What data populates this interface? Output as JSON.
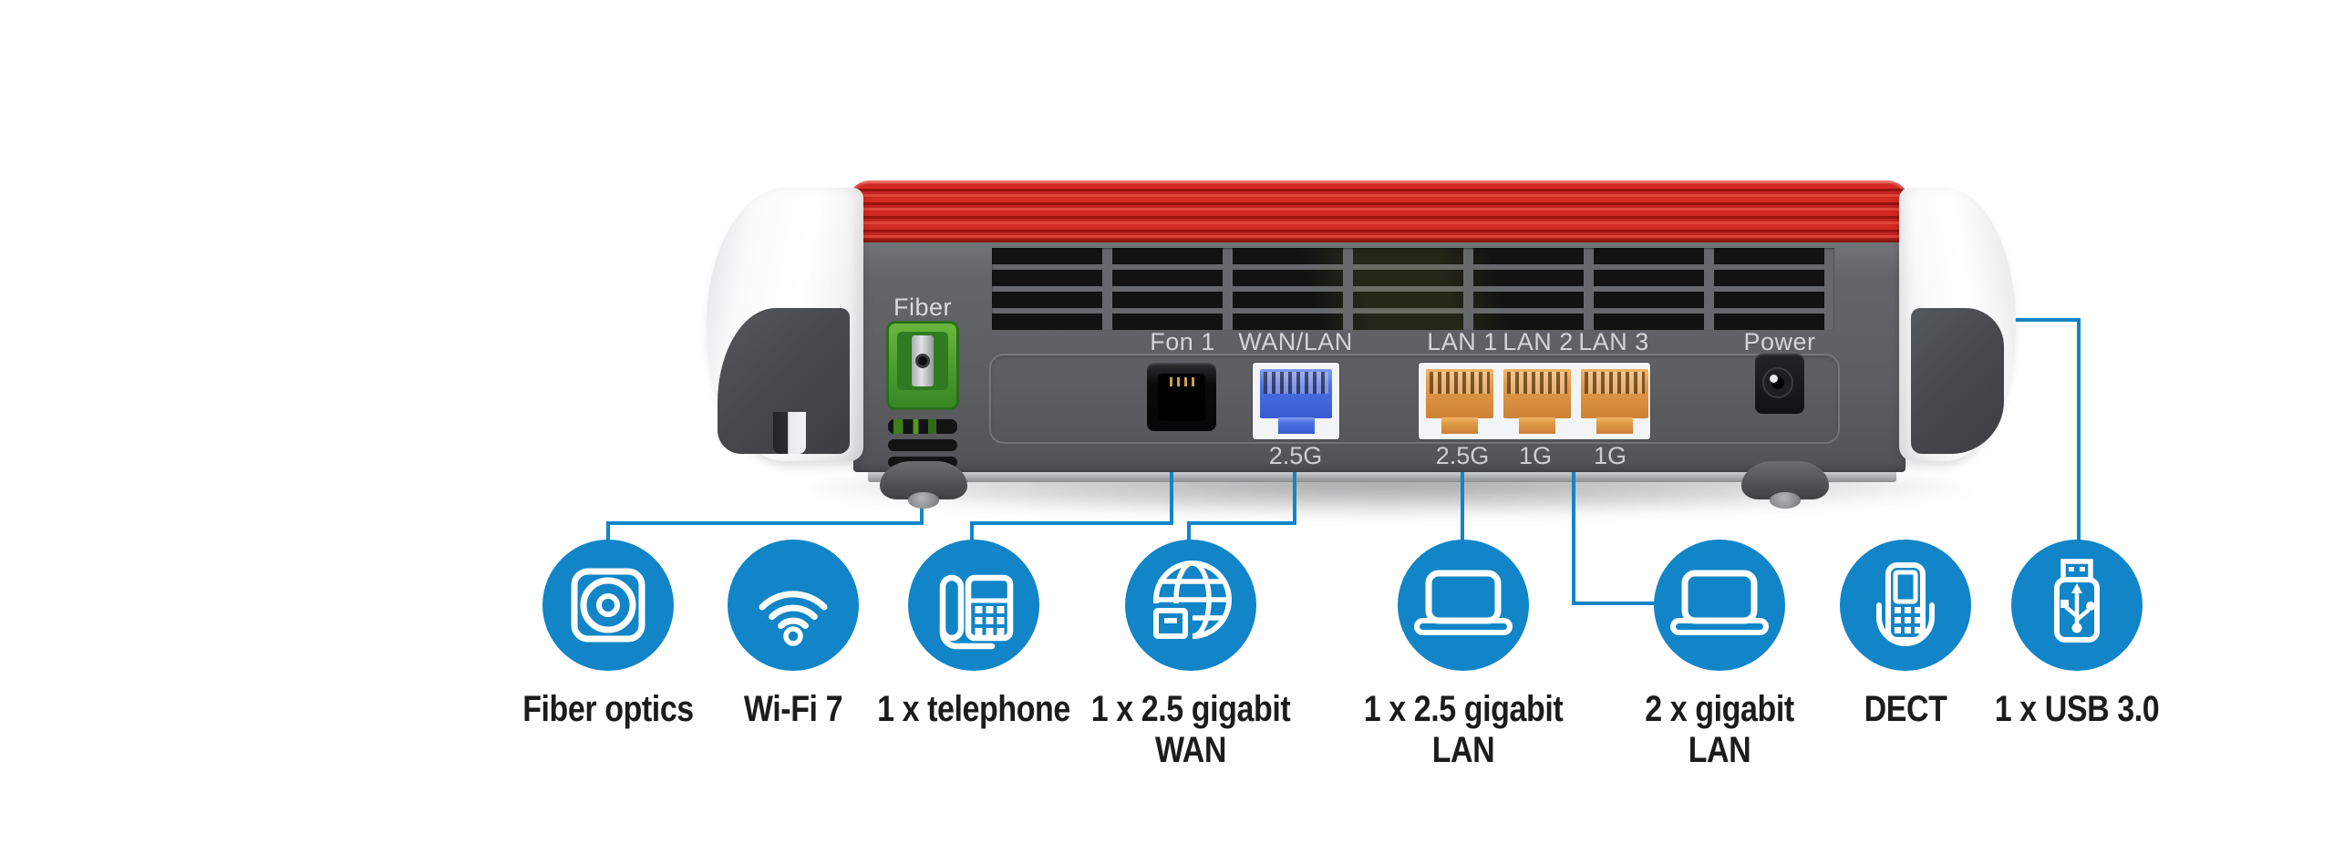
{
  "colors": {
    "accent_blue": "#1185c7",
    "brand_red": "#d22a22",
    "body_gray": "#5e6064",
    "caption_dark": "#1c1c1a",
    "port_label_gray": "#d2d4d6"
  },
  "router": {
    "fiber_label": "Fiber",
    "ports": [
      {
        "id": "fon1",
        "label": "Fon 1",
        "speed": ""
      },
      {
        "id": "wan-lan",
        "label": "WAN/LAN",
        "speed": "2.5G"
      },
      {
        "id": "lan1",
        "label": "LAN 1",
        "speed": "2.5G"
      },
      {
        "id": "lan2",
        "label": "LAN 2",
        "speed": "1G"
      },
      {
        "id": "lan3",
        "label": "LAN 3",
        "speed": "1G"
      },
      {
        "id": "power",
        "label": "Power",
        "speed": ""
      }
    ]
  },
  "features": [
    {
      "icon": "fiber-outlet-icon",
      "line1": "Fiber optics",
      "line2": ""
    },
    {
      "icon": "wifi-icon",
      "line1": "Wi-Fi 7",
      "line2": ""
    },
    {
      "icon": "telephone-icon",
      "line1": "1 x telephone",
      "line2": ""
    },
    {
      "icon": "globe-ethernet-icon",
      "line1": "1 x 2.5 gigabit",
      "line2": "WAN"
    },
    {
      "icon": "laptop-icon",
      "line1": "1 x 2.5 gigabit",
      "line2": "LAN"
    },
    {
      "icon": "laptop-icon",
      "line1": "2 x gigabit",
      "line2": "LAN"
    },
    {
      "icon": "dect-handset-icon",
      "line1": "DECT",
      "line2": ""
    },
    {
      "icon": "usb-stick-icon",
      "line1": "1 x USB 3.0",
      "line2": ""
    }
  ]
}
